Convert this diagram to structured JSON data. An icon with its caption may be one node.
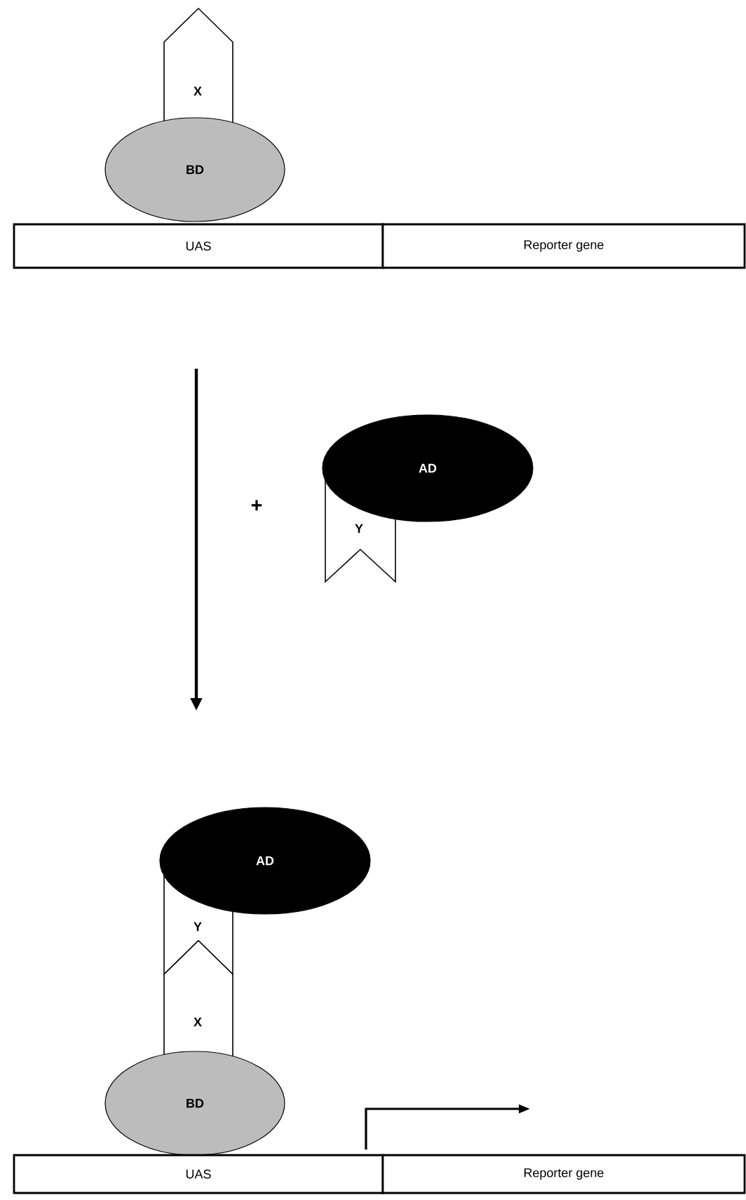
{
  "diagram": {
    "nodes": [
      {
        "text": [
          "X"
        ]
      },
      {
        "text": [
          "BD"
        ]
      },
      {
        "text": [
          "UAS"
        ]
      },
      {
        "text": [
          "Reporter gene"
        ]
      },
      {
        "text": [
          "AD"
        ]
      },
      {
        "text": [
          "Y"
        ]
      },
      {
        "text": [
          "AD"
        ]
      },
      {
        "text": [
          "Y"
        ]
      },
      {
        "text": [
          "X"
        ]
      },
      {
        "text": [
          "BD"
        ]
      },
      {
        "text": [
          "UAS"
        ]
      },
      {
        "text": [
          "Reporter gene"
        ]
      }
    ],
    "labels": [
      "+"
    ]
  }
}
